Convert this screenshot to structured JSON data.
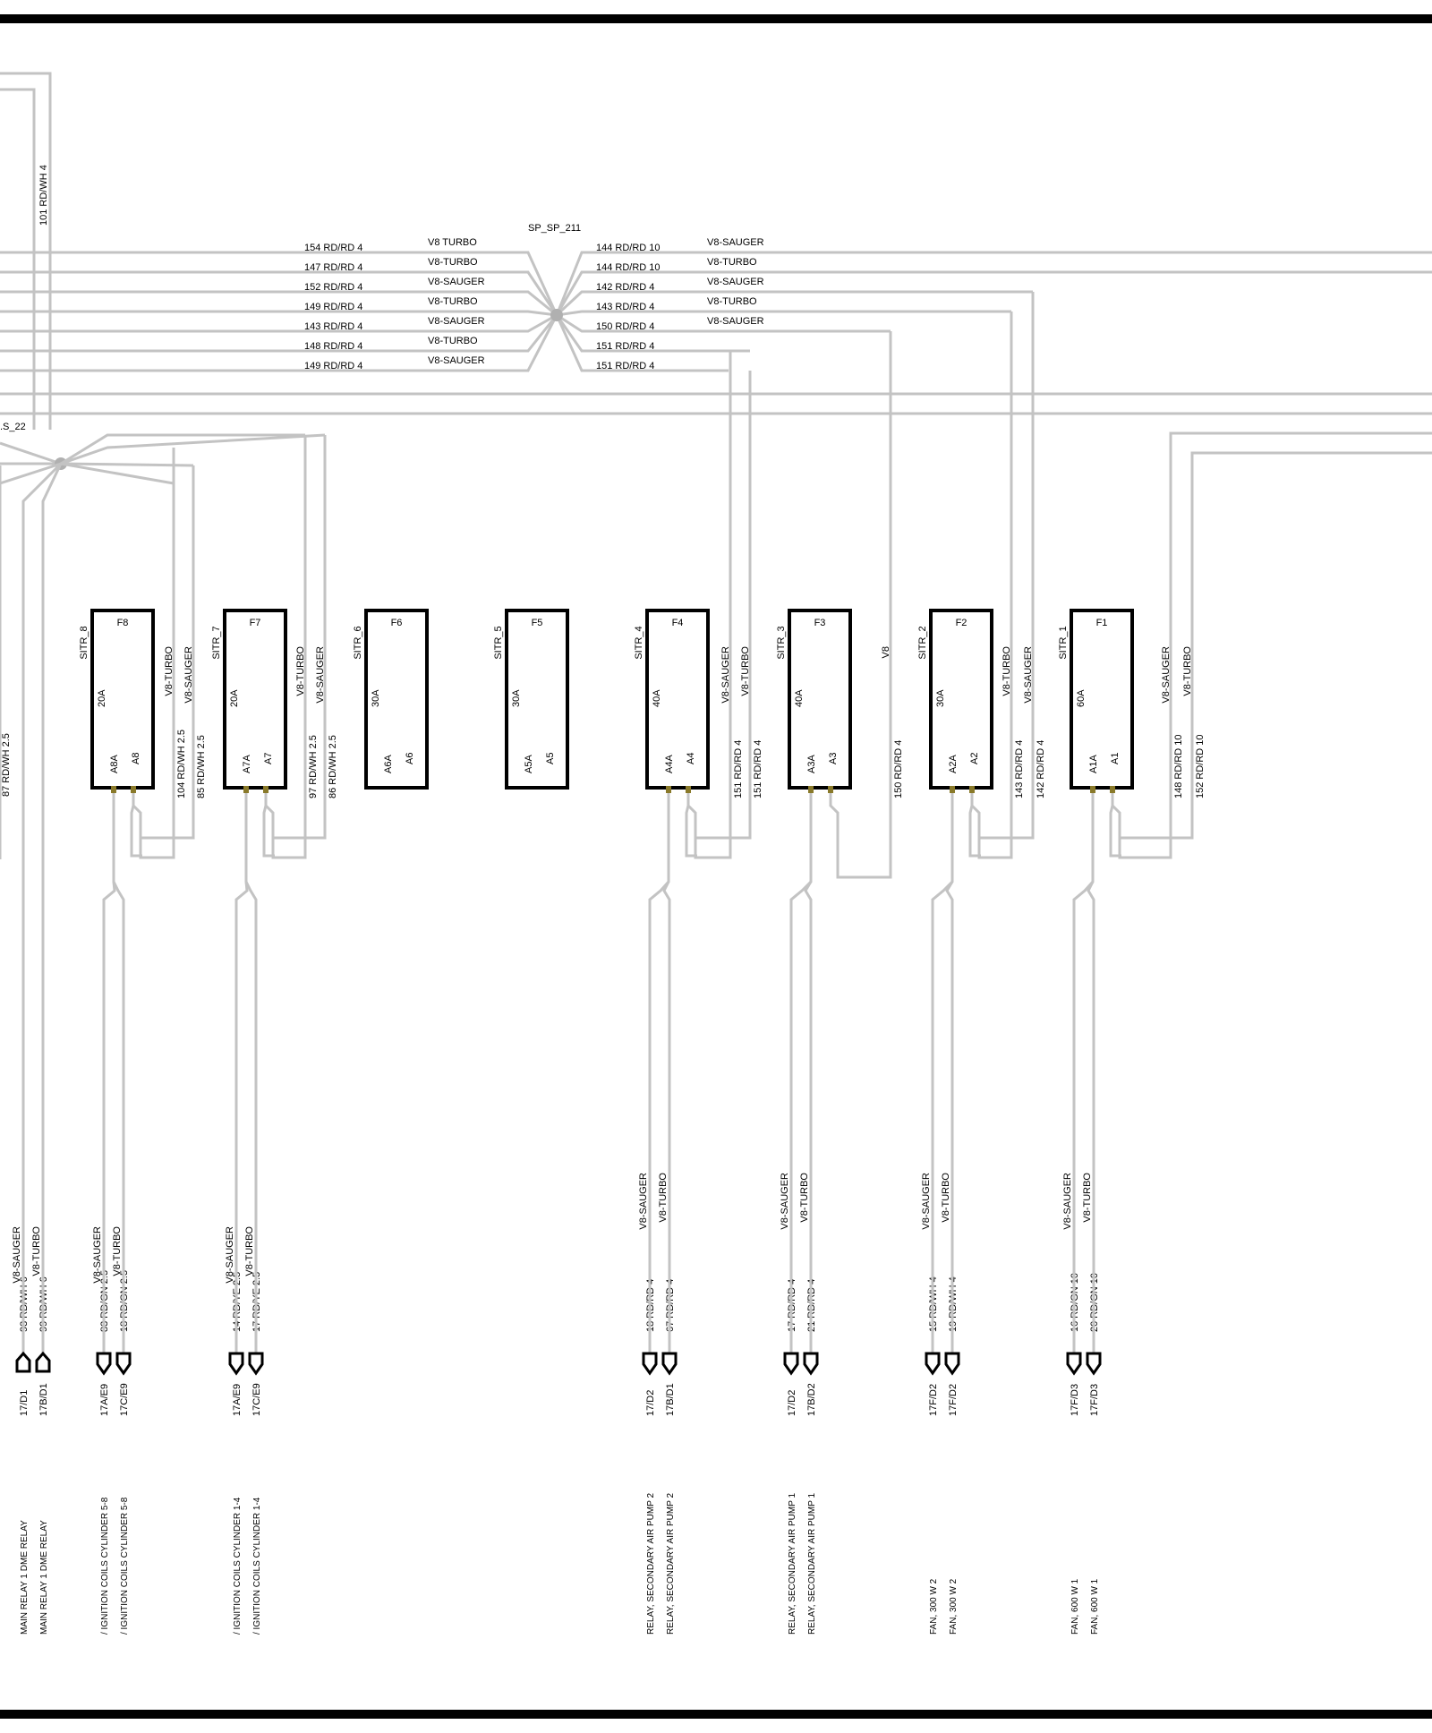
{
  "colors": {
    "wire": "#c3c3c3",
    "frame": "#000000",
    "pin": "#8a7a2a"
  },
  "splices": {
    "sp211": "SP_SP_211",
    "s22": ".S_22"
  },
  "top_wire": "101 RD/WH 4",
  "left_bus": [
    {
      "label": "154 RD/RD 4",
      "tag": "V8 TURBO"
    },
    {
      "label": "147 RD/RD 4",
      "tag": "V8-TURBO"
    },
    {
      "label": "152 RD/RD 4",
      "tag": "V8-SAUGER"
    },
    {
      "label": "149 RD/RD 4",
      "tag": "V8-TURBO"
    },
    {
      "label": "143 RD/RD 4",
      "tag": "V8-SAUGER"
    },
    {
      "label": "148 RD/RD 4",
      "tag": "V8-TURBO"
    },
    {
      "label": "149 RD/RD 4",
      "tag": "V8-SAUGER"
    }
  ],
  "right_bus": [
    {
      "label": "144 RD/RD 10",
      "tag": "V8-SAUGER"
    },
    {
      "label": "144 RD/RD 10",
      "tag": "V8-TURBO"
    },
    {
      "label": "142 RD/RD 4",
      "tag": "V8-SAUGER"
    },
    {
      "label": "143 RD/RD 4",
      "tag": "V8-TURBO"
    },
    {
      "label": "150 RD/RD 4",
      "tag": "V8-SAUGER"
    },
    {
      "label": "151 RD/RD 4",
      "tag": ""
    },
    {
      "label": "151 RD/RD 4",
      "tag": ""
    }
  ],
  "fuses": [
    {
      "sitr": "SITR_8",
      "name": "F8",
      "amp": "20A",
      "pa": "A8A",
      "pb": "A8",
      "t1": "V8-TURBO",
      "t2": "V8-SAUGER",
      "w1": "104 RD/WH 2.5",
      "w2": "85 RD/WH 2.5"
    },
    {
      "sitr": "SITR_7",
      "name": "F7",
      "amp": "20A",
      "pa": "A7A",
      "pb": "A7",
      "t1": "V8-TURBO",
      "t2": "V8-SAUGER",
      "w1": "97 RD/WH 2.5",
      "w2": "86 RD/WH 2.5"
    },
    {
      "sitr": "SITR_6",
      "name": "F6",
      "amp": "30A",
      "pa": "A6A",
      "pb": "A6"
    },
    {
      "sitr": "SITR_5",
      "name": "F5",
      "amp": "30A",
      "pa": "A5A",
      "pb": "A5"
    },
    {
      "sitr": "SITR_4",
      "name": "F4",
      "amp": "40A",
      "pa": "A4A",
      "pb": "A4",
      "t1": "V8-SAUGER",
      "t2": "V8-TURBO",
      "w1": "151 RD/RD 4",
      "w2": "151 RD/RD 4"
    },
    {
      "sitr": "SITR_3",
      "name": "F3",
      "amp": "40A",
      "pa": "A3A",
      "pb": "A3",
      "t1": "V8",
      "w1": "150 RD/RD 4"
    },
    {
      "sitr": "SITR_2",
      "name": "F2",
      "amp": "30A",
      "pa": "A2A",
      "pb": "A2",
      "t1": "V8-TURBO",
      "t2": "V8-SAUGER",
      "w1": "143 RD/RD 4",
      "w2": "142 RD/RD 4"
    },
    {
      "sitr": "SITR_1",
      "name": "F1",
      "amp": "60A",
      "pa": "A1A",
      "pb": "A1",
      "t1": "V8-SAUGER",
      "t2": "V8-TURBO",
      "w1": "148 RD/RD 10",
      "w2": "152 RD/RD 10"
    }
  ],
  "left_edge_wire": "87 RD/WH 2.5",
  "outputs": [
    {
      "variant": "V8-SAUGER",
      "wire": "93 RD/WH 6",
      "conn": "17/D1",
      "dest": "MAIN RELAY   1        DME RELAY"
    },
    {
      "variant": "V8-TURBO",
      "wire": "99 RD/WH 6",
      "conn": "17B/D1",
      "dest": "MAIN RELAY   1        DME RELAY"
    },
    {
      "variant": "V8-SAUGER",
      "wire": "83 RD/GN 2.5",
      "conn": "17A/E9",
      "dest": "/     IGNITION COILS    CYLINDER   5-8"
    },
    {
      "variant": "V8-TURBO",
      "wire": "18 RD/GN 2.5",
      "conn": "17C/E9",
      "dest": "/     IGNITION COILS    CYLINDER   5-8"
    },
    {
      "variant": "V8-SAUGER",
      "wire": "14 RD/YE 2.5",
      "conn": "17A/E9",
      "dest": "/     IGNITION COILS    CYLINDER   1-4"
    },
    {
      "variant": "V8-TURBO",
      "wire": "17 RD/YE 2.5",
      "conn": "17C/E9",
      "dest": "/     IGNITION COILS    CYLINDER   1-4"
    },
    {
      "variant": "V8-SAUGER",
      "wire": "18 RD/RD 4",
      "conn": "17/D2",
      "dest": "RELAY, SECONDARY AIR PUMP   2"
    },
    {
      "variant": "V8-TURBO",
      "wire": "67 RD/RD 4",
      "conn": "17B/D1",
      "dest": "RELAY, SECONDARY AIR PUMP   2"
    },
    {
      "variant": "V8-SAUGER",
      "wire": "17 RD/RD 4",
      "conn": "17/D2",
      "dest": "RELAY, SECONDARY AIR PUMP   1"
    },
    {
      "variant": "V8-TURBO",
      "wire": "21 RD/RD 4",
      "conn": "17B/D2",
      "dest": "RELAY, SECONDARY AIR PUMP   1"
    },
    {
      "variant": "V8-SAUGER",
      "wire": "15 RD/WH 4",
      "conn": "17F/D2",
      "dest": "FAN, 300 W   2"
    },
    {
      "variant": "V8-TURBO",
      "wire": "19 RD/WH 4",
      "conn": "17F/D2",
      "dest": "FAN, 300 W   2"
    },
    {
      "variant": "V8-SAUGER",
      "wire": "16 RD/GN 10",
      "conn": "17F/D3",
      "dest": "FAN, 600 W   1"
    },
    {
      "variant": "V8-TURBO",
      "wire": "20 RD/GN 10",
      "conn": "17F/D3",
      "dest": "FAN, 600 W   1"
    }
  ]
}
